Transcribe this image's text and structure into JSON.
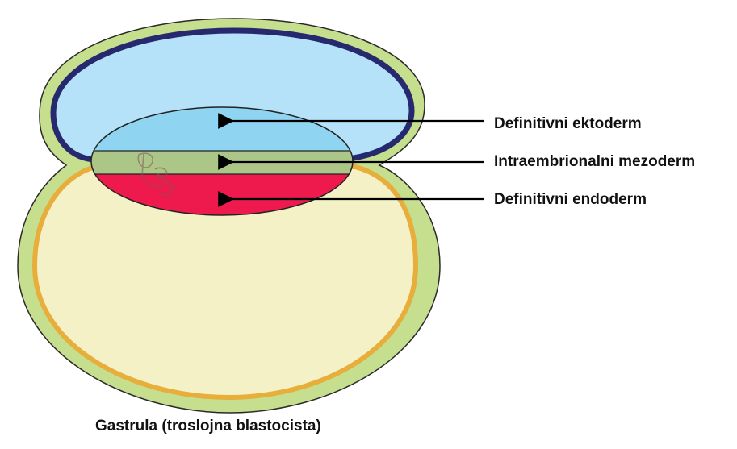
{
  "labels": {
    "ectoderm": "Definitivni ektoderm",
    "mesoderm": "Intraembrionalni mezoderm",
    "endoderm": "Definitivni endoderm"
  },
  "caption": "Gastrula (troslojna blastocista)",
  "watermark": "DR",
  "colors": {
    "outer_layer": "#c5df8e",
    "outer_layer_stroke": "#2a2a2a",
    "amnion_membrane": "#27296e",
    "amniotic_cavity": "#b5e2f8",
    "yolk_sac_membrane": "#e7ae3c",
    "yolk_sac_cavity": "#f5f1c7",
    "ectoderm": "#8fd5f2",
    "mesoderm": "#acc688",
    "endoderm": "#ee1a4e",
    "arrow": "#000000"
  }
}
